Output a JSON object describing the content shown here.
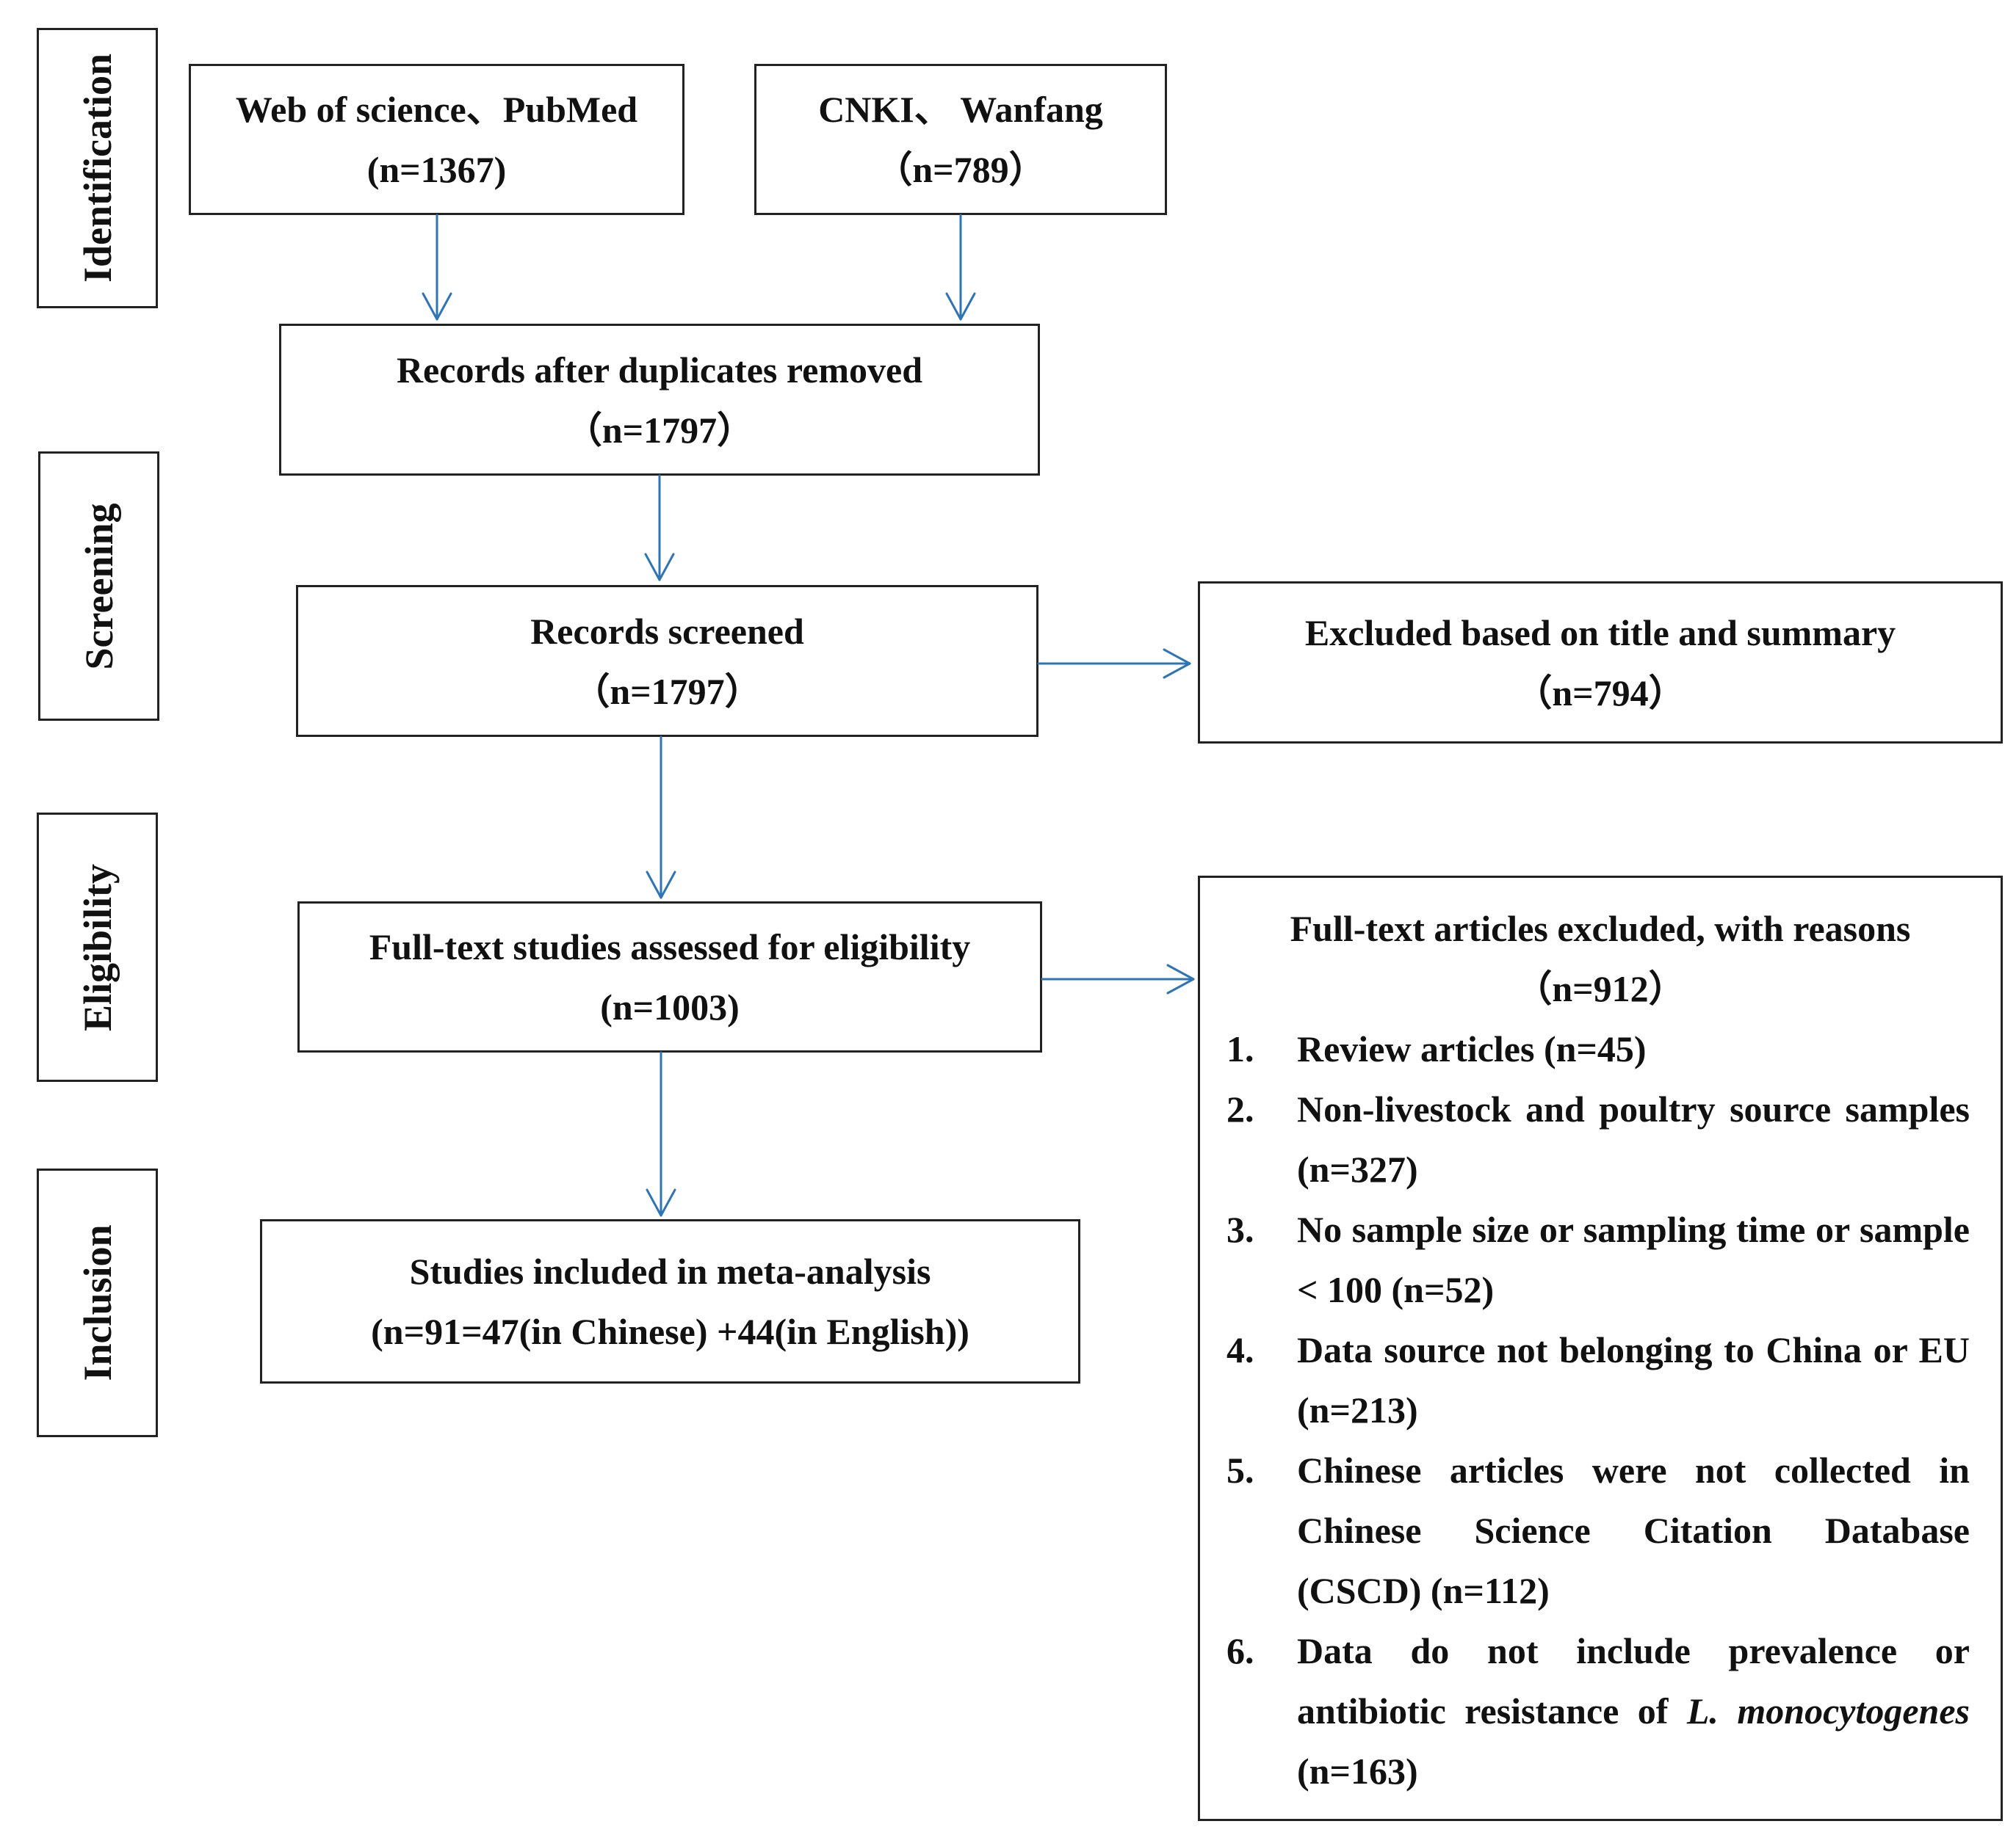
{
  "stages": {
    "identification": "Identification",
    "screening": "Screening",
    "eligibility": "Eligibility",
    "inclusion": "Inclusion"
  },
  "boxes": {
    "wos_pubmed": {
      "line1": "Web of science、PubMed",
      "line2": "(n=1367)"
    },
    "cnki_wanfang": {
      "line1": "CNKI、 Wanfang",
      "line2": "（n=789）"
    },
    "dedup": {
      "line1": "Records after duplicates removed",
      "line2": "（n=1797）"
    },
    "screened": {
      "line1": "Records screened",
      "line2": "（n=1797）"
    },
    "excluded_title": {
      "line1": "Excluded based on title and summary",
      "line2": "（n=794）"
    },
    "fulltext": {
      "line1": "Full-text studies assessed for eligibility",
      "line2": "(n=1003)"
    },
    "included": {
      "line1": "Studies included in meta-analysis",
      "line2": "(n=91=47(in Chinese) +44(in English))"
    },
    "excluded_reasons": {
      "title": "Full-text articles excluded, with reasons",
      "count": "（n=912）",
      "reasons": [
        {
          "num": "1.",
          "text": "Review articles (n=45)"
        },
        {
          "num": "2.",
          "text": "Non-livestock and poultry source samples (n=327)"
        },
        {
          "num": "3.",
          "text": "No sample size or sampling time or sample < 100 (n=52)"
        },
        {
          "num": "4.",
          "text": "Data source not belonging to China or EU (n=213)"
        },
        {
          "num": "5.",
          "text": "Chinese articles were not collected in Chinese Science Citation Database (CSCD) (n=112)"
        },
        {
          "num": "6.",
          "text_before": "Data do not include prevalence or antibiotic resistance of ",
          "text_italic": "L. monocytogenes",
          "text_after": " (n=163)"
        }
      ]
    }
  },
  "colors": {
    "arrow": "#2e75b6",
    "border": "#222222",
    "text": "#111111"
  }
}
